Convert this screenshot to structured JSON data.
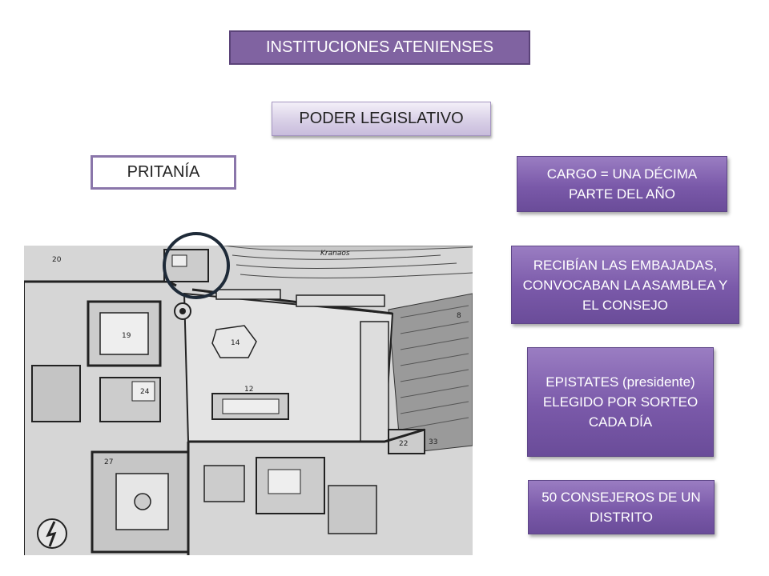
{
  "slide": {
    "title": "INSTITUCIONES ATENIENSES",
    "subtitle": "PODER LEGISLATIVO",
    "section": "PRITANÍA"
  },
  "info_boxes": [
    {
      "text": "CARGO = UNA DÉCIMA PARTE DEL AÑO"
    },
    {
      "text": "RECIBÍAN LAS EMBAJADAS, CONVOCABAN LA ASAMBLEA Y EL CONSEJO"
    },
    {
      "text": "EPISTATES (presidente) ELEGIDO POR SORTEO CADA DÍA"
    },
    {
      "text": "50 CONSEJEROS DE UN DISTRITO"
    }
  ],
  "map": {
    "description_icon": "agora-plan-map",
    "highlight": "circle-marker",
    "labels": [
      "19",
      "14",
      "12",
      "24",
      "22",
      "27",
      "33",
      "20",
      "8",
      "Kranaos"
    ]
  },
  "colors": {
    "title_bg": "#8063a1",
    "info_bg": "#7a59a9",
    "subtitle_bg": "#d9d0e7",
    "section_border": "#8a76aa",
    "circle": "#1e2a38"
  }
}
